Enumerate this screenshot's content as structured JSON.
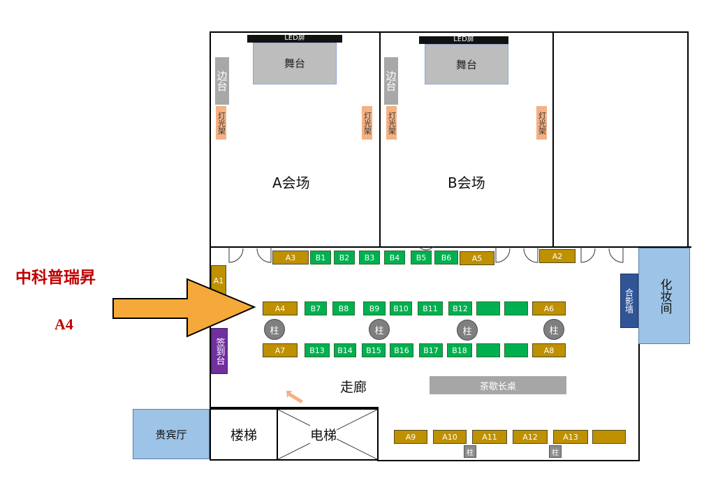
{
  "company_callout": {
    "name": "中科普瑞昇",
    "booth": "A4"
  },
  "halls": [
    {
      "label": "A会场",
      "led": "LED屏",
      "stage": "舞台",
      "side_stage": "边台",
      "light_left": "灯光架",
      "light_right": "灯光架"
    },
    {
      "label": "B会场",
      "led": "LED屏",
      "stage": "舞台",
      "side_stage": "边台",
      "light_left": "灯光架",
      "light_right": "灯光架"
    }
  ],
  "corridor": {
    "label": "走廊",
    "tea_table": "茶歇长桌",
    "sign_in": "签到台",
    "photo_wall": "合影墙",
    "dressing_room": "化妆间",
    "vip_room": "贵宾厅",
    "stairs": "楼梯",
    "elevator": "电梯",
    "pillar": "柱"
  },
  "booths": {
    "top_row": [
      "A3",
      "B1",
      "B2",
      "B3",
      "B4",
      "B5",
      "B6",
      "A5"
    ],
    "a2": "A2",
    "a1": "A1",
    "row1": [
      "A4",
      "B7",
      "B8",
      "B9",
      "B10",
      "B11",
      "B12",
      "",
      "",
      "A6"
    ],
    "row2": [
      "A7",
      "B13",
      "B14",
      "B15",
      "B16",
      "B17",
      "B18",
      "",
      "",
      "A8"
    ],
    "bottom_row": [
      "A9",
      "A10",
      "A11",
      "A12",
      "A13",
      ""
    ]
  },
  "colors": {
    "gold_booth": "#bf9000",
    "green_booth": "#00b050",
    "arrow": "#f4a93a",
    "callout_text": "#c00000",
    "sign_in_purple": "#7030a0",
    "photo_wall_blue": "#2f5597",
    "light_blue_room": "#9dc3e6"
  }
}
